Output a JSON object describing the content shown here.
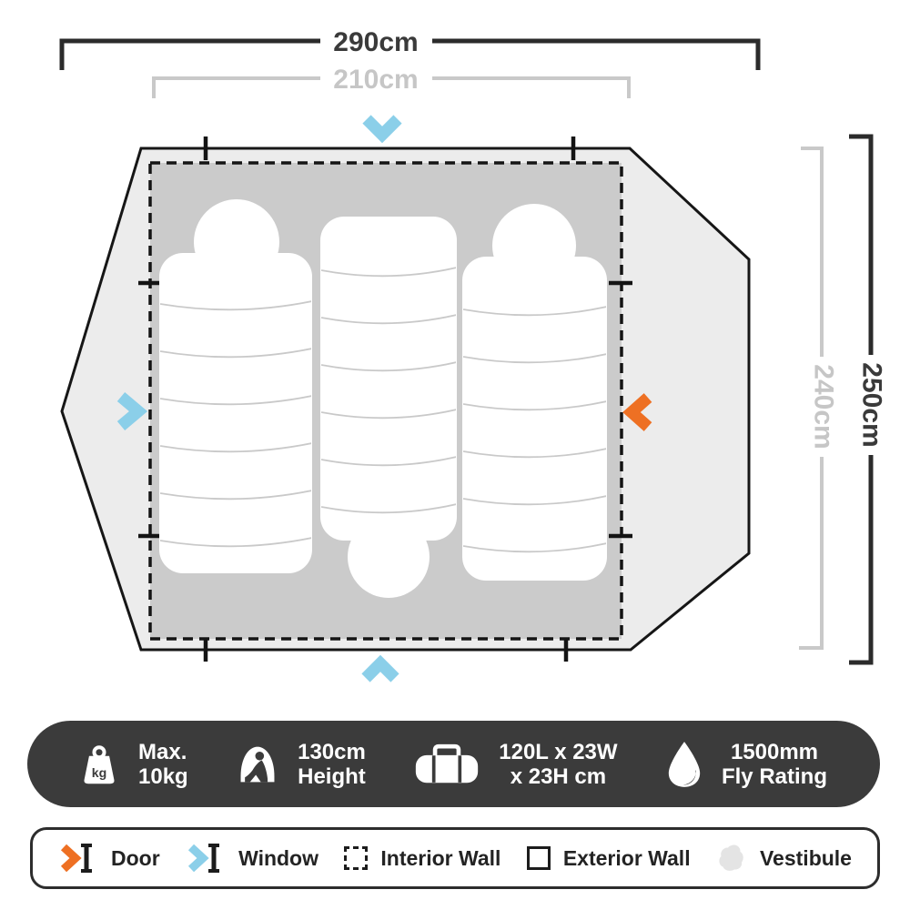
{
  "diagram": {
    "outer_width_label": "290cm",
    "inner_width_label": "210cm",
    "outer_depth_label": "250cm",
    "inner_depth_label": "240cm"
  },
  "specs_bar": {
    "items": [
      {
        "icon": "max-weight-icon",
        "line1": "Max.",
        "line2": "10kg",
        "kg_badge": "kg"
      },
      {
        "icon": "height-icon",
        "line1": "130cm",
        "line2": "Height"
      },
      {
        "icon": "packed-size-icon",
        "line1": "120L x 23W",
        "line2": "x 23H cm"
      },
      {
        "icon": "fly-rating-icon",
        "line1": "1500mm",
        "line2": "Fly Rating"
      }
    ]
  },
  "legend_bar": {
    "items": [
      {
        "icon": "door-icon",
        "label": "Door"
      },
      {
        "icon": "window-icon",
        "label": "Window"
      },
      {
        "icon": "interior-wall-icon",
        "label": "Interior Wall"
      },
      {
        "icon": "exterior-wall-icon",
        "label": "Exterior Wall"
      },
      {
        "icon": "vestibule-icon",
        "label": "Vestibule"
      }
    ]
  },
  "colors": {
    "accent_orange": "#ee7023",
    "accent_blue": "#8bcfe9",
    "tent_fill": "#ececec",
    "interior_fill": "#cbcbcb",
    "bar_background": "#3b3b3b",
    "dim_gray": "#c9c9c9",
    "dim_dark": "#2d2d2d"
  }
}
